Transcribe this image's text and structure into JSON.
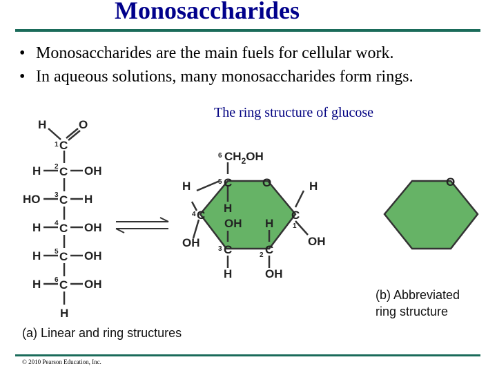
{
  "slide": {
    "title": "Monosaccharides",
    "bullets": [
      "Monosaccharides are the main fuels for cellular work.",
      "In aqueous solutions, many monosaccharides form rings."
    ],
    "bullet_symbol": "•",
    "figure_title": "The ring structure of glucose",
    "caption_a": "(a) Linear and ring structures",
    "caption_b_line1": "(b) Abbreviated",
    "caption_b_line2": "ring structure",
    "copyright": "© 2010 Pearson Education, Inc."
  },
  "linear": {
    "top_h": "H",
    "top_o": "O",
    "c_label": "C",
    "h": "H",
    "oh": "OH",
    "ho": "HO",
    "nums": [
      "1",
      "2",
      "3",
      "4",
      "5",
      "6"
    ]
  },
  "ring": {
    "c6_group": "CH",
    "c6_sub": "2",
    "c6_oh": "OH",
    "c6_num": "6",
    "ring_o": "O",
    "c": "C",
    "h": "H",
    "oh": "OH",
    "nums": [
      "1",
      "2",
      "3",
      "4",
      "5"
    ]
  },
  "abbrev": {
    "ring_o": "O"
  },
  "colors": {
    "title": "#00008b",
    "ring_fill": "#66b366",
    "rule": "#1a6b5a",
    "subtitle": "#000080"
  }
}
